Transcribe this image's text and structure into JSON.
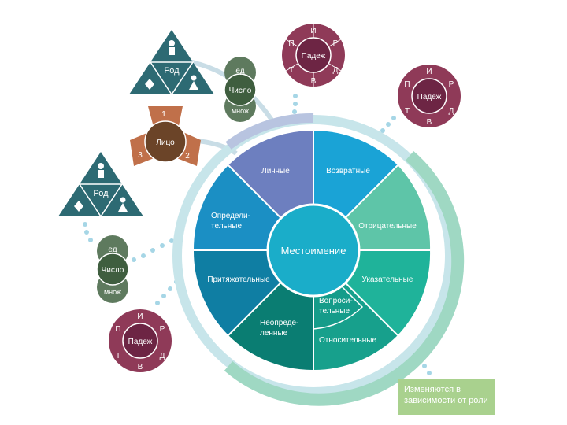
{
  "center": {
    "label": "Местоимение"
  },
  "segments": {
    "personal": [
      "Личные"
    ],
    "reflexive": [
      "Возвратные"
    ],
    "definitive": [
      "Определи-",
      "тельные"
    ],
    "negative": [
      "Отрицательные"
    ],
    "possessive": [
      "Притяжательные"
    ],
    "demonstrative": [
      "Указательные"
    ],
    "indefinite": [
      "Неопреде-",
      "ленные"
    ],
    "interrogative": [
      "Вопроси-",
      "тельные"
    ],
    "relative": [
      "Относительные"
    ]
  },
  "case_wheel": {
    "center": "Падеж",
    "cases": [
      "И",
      "Р",
      "Д",
      "В",
      "Т",
      "П"
    ]
  },
  "gender": {
    "center": "Род"
  },
  "number": {
    "center": "Число",
    "singular": "ед",
    "plural": "множ"
  },
  "person": {
    "center": "Лицо",
    "items": [
      "1",
      "2",
      "3"
    ]
  },
  "legend": {
    "lines": [
      "Изменяются в",
      "зависимости от роли"
    ]
  },
  "colors": {
    "personal": "#6d7fbf",
    "reflexive": "#1aa3d6",
    "definitive": "#1b8fc4",
    "possessive": "#0f7ea3",
    "indefinite": "#0a7d72",
    "interrogative": "#159c8a",
    "relative": "#17a08c",
    "demonstrative": "#1fb39a",
    "negative": "#5ec5a8",
    "center": "#1aadc9",
    "case": "#8f3a58",
    "gender": "#2d6a73",
    "number": "#3f5e3f",
    "person": "#6b4428",
    "legend": "#a9d18e"
  }
}
